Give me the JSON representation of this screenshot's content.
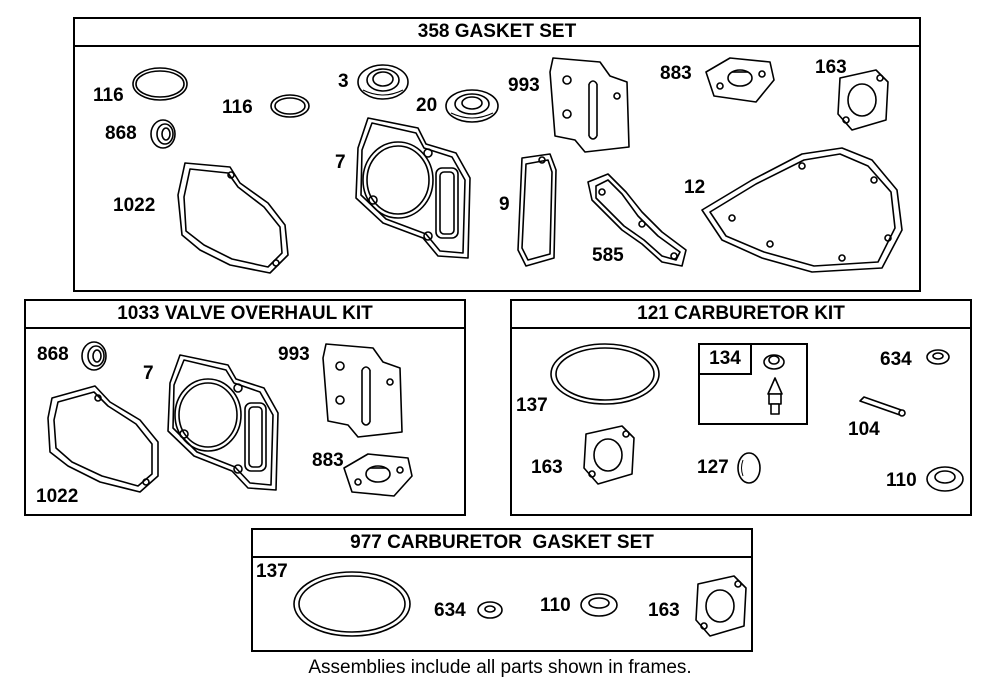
{
  "frames": {
    "gasket_set": {
      "title": "358 GASKET SET",
      "labels": {
        "p116a": "116",
        "p116b": "116",
        "p868": "868",
        "p1022": "1022",
        "p3": "3",
        "p20": "20",
        "p7": "7",
        "p993": "993",
        "p9": "9",
        "p585": "585",
        "p883": "883",
        "p163": "163",
        "p12": "12"
      }
    },
    "valve_kit": {
      "title": "1033 VALVE OVERHAUL KIT",
      "labels": {
        "p868": "868",
        "p7": "7",
        "p993": "993",
        "p883": "883",
        "p1022": "1022"
      }
    },
    "carb_kit": {
      "title": "121 CARBURETOR KIT",
      "sub_tag": "134",
      "labels": {
        "p137": "137",
        "p163": "163",
        "p127": "127",
        "p634": "634",
        "p104": "104",
        "p110": "110"
      }
    },
    "carb_gasket": {
      "title": "977 CARBURETOR  GASKET SET",
      "labels": {
        "p137": "137",
        "p634": "634",
        "p110": "110",
        "p163": "163"
      }
    }
  },
  "footer": "Assemblies include all parts shown in frames."
}
